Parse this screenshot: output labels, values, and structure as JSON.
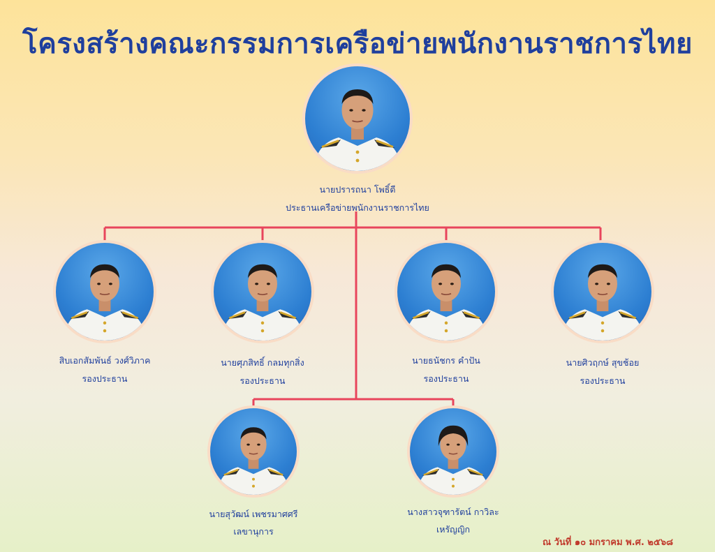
{
  "title": "โครงสร้างคณะกรรมการเครือข่ายพนักงานราชการไทย",
  "date": "ณ วันที่ ๑๐ มกราคม พ.ศ. ๒๕๖๘",
  "colors": {
    "title": "#1f3f9d",
    "connector": "#e8455c",
    "text": "#1f3f9d",
    "date": "#c0392b"
  },
  "members": [
    {
      "id": "chair",
      "name": "นายปรารถนา โพธิ์ดี",
      "role": "ประธานเครือข่ายพนักงานราชการไทย",
      "gender": "male"
    },
    {
      "id": "vice1",
      "name": "สิบเอกสัมพันธ์ วงศ์วิภาค",
      "role": "รองประธาน",
      "gender": "male"
    },
    {
      "id": "vice2",
      "name": "นายศุภสิทธิ์ กลมทุกสิ่ง",
      "role": "รองประธาน",
      "gender": "male"
    },
    {
      "id": "vice3",
      "name": "นายธนัชกร คำปัน",
      "role": "รองประธาน",
      "gender": "male"
    },
    {
      "id": "vice4",
      "name": "นายศิวฤกษ์ สุขช้อย",
      "role": "รองประธาน",
      "gender": "male"
    },
    {
      "id": "secretary",
      "name": "นายสุวัฒน์ เพชรมาศศรี",
      "role": "เลขานุการ",
      "gender": "male"
    },
    {
      "id": "treasurer",
      "name": "นางสาวจุฑารัตน์ กาวิละ",
      "role": "เหรัญญิก",
      "gender": "female"
    }
  ]
}
